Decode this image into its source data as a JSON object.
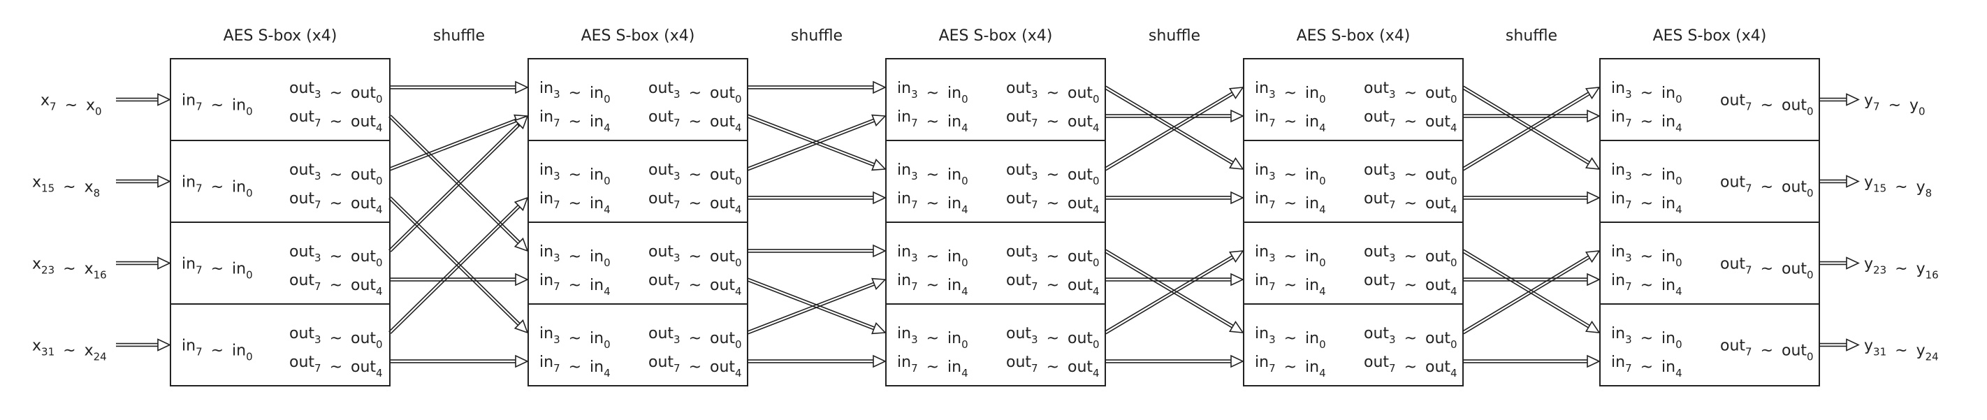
{
  "stage_title": "AES S-box (x4)",
  "shuffle_label": "shuffle",
  "tilde": "~",
  "inputs": [
    {
      "a": "x",
      "a_sub": "7",
      "b": "x",
      "b_sub": "0"
    },
    {
      "a": "x",
      "a_sub": "15",
      "b": "x",
      "b_sub": "8"
    },
    {
      "a": "x",
      "a_sub": "23",
      "b": "x",
      "b_sub": "16"
    },
    {
      "a": "x",
      "a_sub": "31",
      "b": "x",
      "b_sub": "24"
    }
  ],
  "outputs": [
    {
      "a": "y",
      "a_sub": "7",
      "b": "y",
      "b_sub": "0"
    },
    {
      "a": "y",
      "a_sub": "15",
      "b": "y",
      "b_sub": "8"
    },
    {
      "a": "y",
      "a_sub": "23",
      "b": "y",
      "b_sub": "16"
    },
    {
      "a": "y",
      "a_sub": "31",
      "b": "y",
      "b_sub": "24"
    }
  ],
  "port_labels": {
    "in_full": {
      "a": "in",
      "a_sub": "7",
      "b": "in",
      "b_sub": "0"
    },
    "in_low": {
      "a": "in",
      "a_sub": "3",
      "b": "in",
      "b_sub": "0"
    },
    "in_high": {
      "a": "in",
      "a_sub": "7",
      "b": "in",
      "b_sub": "4"
    },
    "out_full": {
      "a": "out",
      "a_sub": "7",
      "b": "out",
      "b_sub": "0"
    },
    "out_low": {
      "a": "out",
      "a_sub": "3",
      "b": "out",
      "b_sub": "0"
    },
    "out_high": {
      "a": "out",
      "a_sub": "7",
      "b": "out",
      "b_sub": "4"
    }
  },
  "stages": [
    {
      "input_mode": "full",
      "output_mode": "split"
    },
    {
      "input_mode": "split",
      "output_mode": "split"
    },
    {
      "input_mode": "split",
      "output_mode": "split"
    },
    {
      "input_mode": "split",
      "output_mode": "split"
    },
    {
      "input_mode": "split",
      "output_mode": "full"
    }
  ],
  "shuffles": [
    [
      [
        0,
        0,
        0,
        0
      ],
      [
        0,
        1,
        2,
        0
      ],
      [
        1,
        0,
        0,
        1
      ],
      [
        1,
        1,
        3,
        0
      ],
      [
        2,
        0,
        0,
        1
      ],
      [
        2,
        1,
        2,
        1
      ],
      [
        3,
        0,
        1,
        1
      ],
      [
        3,
        1,
        3,
        1
      ]
    ],
    [
      [
        0,
        0,
        0,
        0
      ],
      [
        0,
        1,
        1,
        0
      ],
      [
        1,
        0,
        0,
        1
      ],
      [
        1,
        1,
        1,
        1
      ],
      [
        2,
        0,
        2,
        0
      ],
      [
        2,
        1,
        3,
        0
      ],
      [
        3,
        0,
        2,
        1
      ],
      [
        3,
        1,
        3,
        1
      ]
    ],
    [
      [
        0,
        0,
        1,
        0
      ],
      [
        0,
        1,
        0,
        1
      ],
      [
        1,
        0,
        0,
        0
      ],
      [
        1,
        1,
        1,
        1
      ],
      [
        2,
        0,
        3,
        0
      ],
      [
        2,
        1,
        2,
        1
      ],
      [
        3,
        0,
        2,
        0
      ],
      [
        3,
        1,
        3,
        1
      ]
    ],
    [
      [
        0,
        0,
        1,
        0
      ],
      [
        0,
        1,
        0,
        1
      ],
      [
        1,
        0,
        0,
        0
      ],
      [
        1,
        1,
        1,
        1
      ],
      [
        2,
        0,
        3,
        0
      ],
      [
        2,
        1,
        2,
        1
      ],
      [
        3,
        0,
        2,
        0
      ],
      [
        3,
        1,
        3,
        1
      ]
    ]
  ]
}
